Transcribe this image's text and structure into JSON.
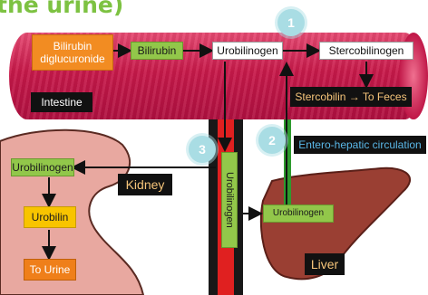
{
  "title": "the urine)",
  "intestine": {
    "label": "Intestine",
    "bilirubin_diglucuronide": "Bilirubin diglucuronide",
    "bilirubin": "Bilirubin",
    "urobilinogen": "Urobilinogen",
    "stercobilinogen": "Stercobilinogen",
    "stercobilin": "Stercobilin → To Feces"
  },
  "steps": [
    "1",
    "2",
    "3"
  ],
  "enterohepatic": "Entero-hepatic circulation",
  "vessel_label": "Urobilinogen",
  "kidney": {
    "label": "Kidney",
    "urobilinogen": "Urobilinogen",
    "urobilin": "Urobilin",
    "to_urine": "To Urine"
  },
  "liver": {
    "label": "Liver",
    "urobilinogen": "Urobilinogen"
  },
  "colors": {
    "intestine": "#c8194a",
    "kidney": "#e8a8a0",
    "liver": "#9a3f33",
    "green_box": "#92c74a",
    "orange_box": "#f28c22",
    "yellow_box": "#f8c400",
    "step_circle": "#a9dde4",
    "title": "#7dc242"
  }
}
